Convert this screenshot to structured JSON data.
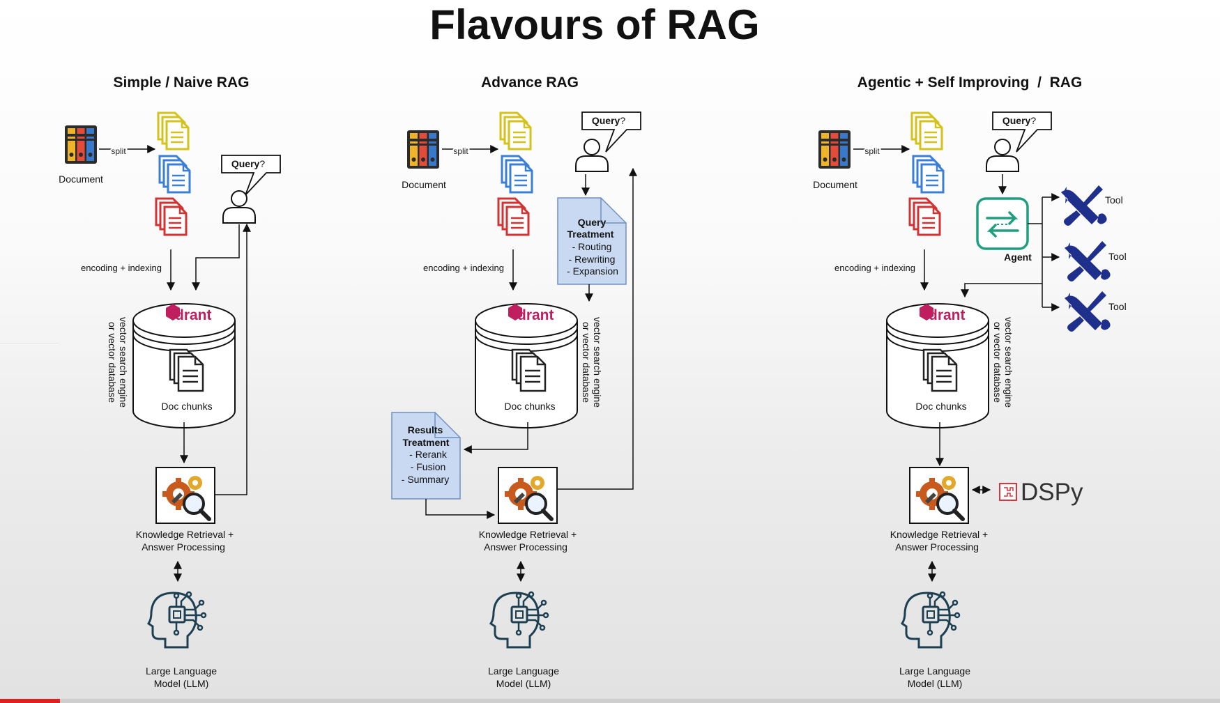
{
  "title": "Flavours of RAG",
  "panels": [
    {
      "heading": "Simple / Naive RAG",
      "document_label": "Document",
      "split_label": "split",
      "encoding_label": "encoding + indexing",
      "query_label": "Query",
      "query_mark": "?",
      "db_logo": "drant",
      "db_label": "Doc chunks",
      "db_side_line1": "vector search engine",
      "db_side_line2": "or vector database",
      "kr_line1": "Knowledge Retrieval +",
      "kr_line2": "Answer Processing",
      "llm_line1": "Large Language",
      "llm_line2": "Model (LLM)"
    },
    {
      "heading": "Advance RAG",
      "document_label": "Document",
      "split_label": "split",
      "encoding_label": "encoding + indexing",
      "query_label": "Query",
      "query_mark": "?",
      "query_treatment": {
        "title_line1": "Query",
        "title_line2": "Treatment",
        "items": [
          "- Routing",
          "- Rewriting",
          "- Expansion"
        ]
      },
      "results_treatment": {
        "title_line1": "Results",
        "title_line2": "Treatment",
        "items": [
          "- Rerank",
          "- Fusion",
          "- Summary"
        ]
      },
      "db_logo": "drant",
      "db_label": "Doc chunks",
      "db_side_line1": "vector search engine",
      "db_side_line2": "or vector database",
      "kr_line1": "Knowledge Retrieval +",
      "kr_line2": "Answer Processing",
      "llm_line1": "Large Language",
      "llm_line2": "Model (LLM)"
    },
    {
      "heading": "Agentic + Self Improving  /  RAG",
      "document_label": "Document",
      "split_label": "split",
      "encoding_label": "encoding + indexing",
      "query_label": "Query",
      "query_mark": "?",
      "agent_label": "Agent",
      "tools": [
        "Tool",
        "Tool",
        "Tool"
      ],
      "dspy_label": "DSPy",
      "db_logo": "drant",
      "db_label": "Doc chunks",
      "db_side_line1": "vector search engine",
      "db_side_line2": "or vector database",
      "kr_line1": "Knowledge Retrieval +",
      "kr_line2": "Answer Processing",
      "llm_line1": "Large Language",
      "llm_line2": "Model (LLM)"
    }
  ],
  "video_progress": 0.049,
  "colors": {
    "doc_yellow": "#d4c21a",
    "doc_blue": "#3a7fd5",
    "doc_red": "#d23232",
    "treatment_fill": "#c9d9f1",
    "agent_green": "#1f9f7f",
    "tool_blue": "#1e2f8c",
    "qdrant": "#c01f5f",
    "dspy_red": "#d9363e"
  }
}
